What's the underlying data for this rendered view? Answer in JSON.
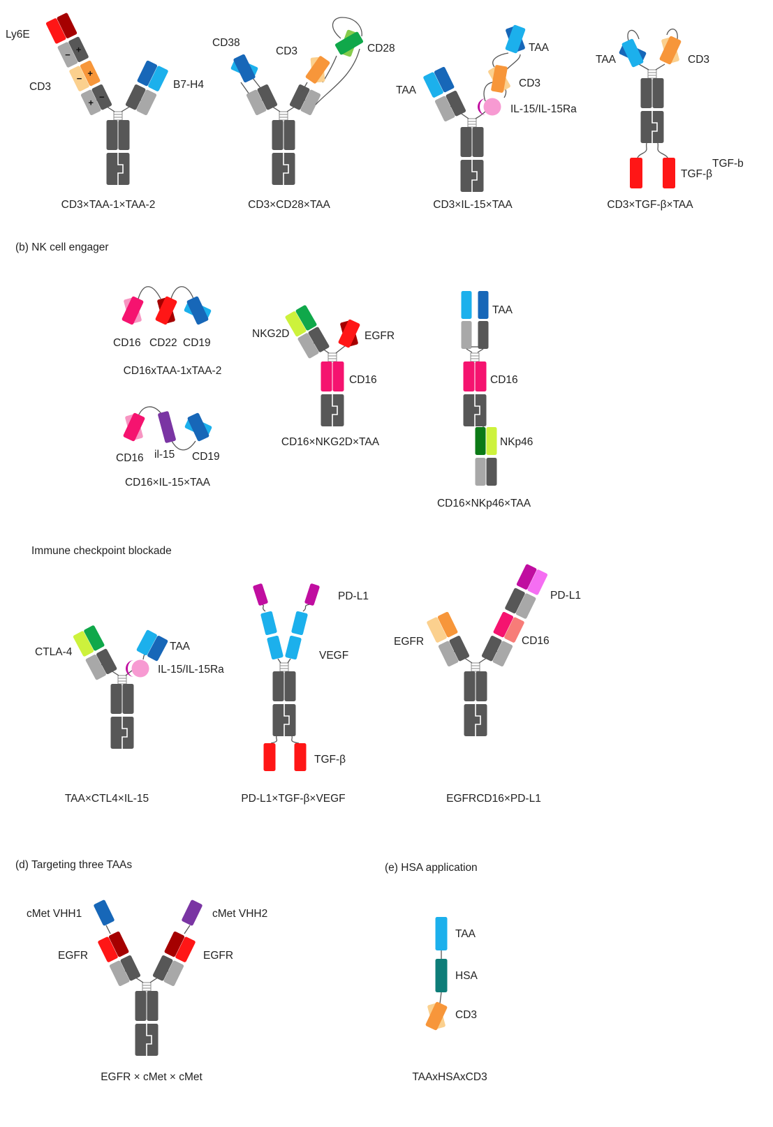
{
  "colors": {
    "dark_gray": "#575757",
    "light_gray": "#a8a8a8",
    "red": "#ff1616",
    "dark_red": "#a50000",
    "orange": "#f7963a",
    "light_orange": "#fbd08e",
    "light_blue": "#1cb0ec",
    "dark_blue": "#1767b8",
    "green": "#10a84a",
    "light_green": "#86cc4c",
    "lime": "#cdf23c",
    "dark_green": "#0c7a16",
    "pink": "#f5136f",
    "light_pink": "#f795c2",
    "magenta": "#c00ea0",
    "light_magenta": "#f56ef2",
    "salmon": "#f77c78",
    "purple": "#7a35a3",
    "teal": "#0d7d78",
    "il15_pink": "#f79ad2",
    "linker": "#555555"
  },
  "panel_a": {
    "d1": {
      "labels": [
        "Ly6E",
        "CD3",
        "B7-H4"
      ],
      "signs": [
        "+",
        "−",
        "−",
        "+",
        "−",
        "+"
      ],
      "caption": "CD3×TAA-1×TAA-2"
    },
    "d2": {
      "labels": [
        "CD38",
        "CD3",
        "CD28"
      ],
      "caption": "CD3×CD28×TAA"
    },
    "d3": {
      "labels": [
        "TAA",
        "TAA",
        "CD3",
        "IL-15/IL-15Ra"
      ],
      "caption": "CD3×IL-15×TAA"
    },
    "d4": {
      "labels": [
        "TAA",
        "CD3",
        "TGF-β",
        "TGF-b"
      ],
      "caption": "CD3×TGF-β×TAA"
    }
  },
  "panel_b": {
    "title": "(b) NK cell engager",
    "d1": {
      "labels": [
        "CD16",
        "CD22",
        "CD19"
      ],
      "caption": "CD16xTAA-1xTAA-2"
    },
    "d2": {
      "labels": [
        "CD16",
        "il-15",
        "CD19"
      ],
      "caption": "CD16×IL-15×TAA"
    },
    "d3": {
      "labels": [
        "NKG2D",
        "EGFR",
        "CD16"
      ],
      "caption": "CD16×NKG2D×TAA"
    },
    "d4": {
      "labels": [
        "TAA",
        "CD16",
        "NKp46"
      ],
      "caption": "CD16×NKp46×TAA"
    }
  },
  "panel_c": {
    "title": "Immune checkpoint blockade",
    "d1": {
      "labels": [
        "CTLA-4",
        "TAA",
        "IL-15/IL-15Ra"
      ],
      "caption": "TAA×CTL4×IL-15"
    },
    "d2": {
      "labels": [
        "PD-L1",
        "VEGF",
        "TGF-β"
      ],
      "caption": "PD-L1×TGF-β×VEGF"
    },
    "d3": {
      "labels": [
        "EGFR",
        "CD16",
        "PD-L1"
      ],
      "caption": "EGFRCD16×PD-L1"
    }
  },
  "panel_d": {
    "title": "(d) Targeting three TAAs",
    "labels": [
      "cMet VHH1",
      "EGFR",
      "cMet VHH2",
      "EGFR"
    ],
    "caption": "EGFR × cMet × cMet"
  },
  "panel_e": {
    "title": "(e) HSA application",
    "labels": [
      "TAA",
      "HSA",
      "CD3"
    ],
    "caption": "TAAxHSAxCD3"
  }
}
